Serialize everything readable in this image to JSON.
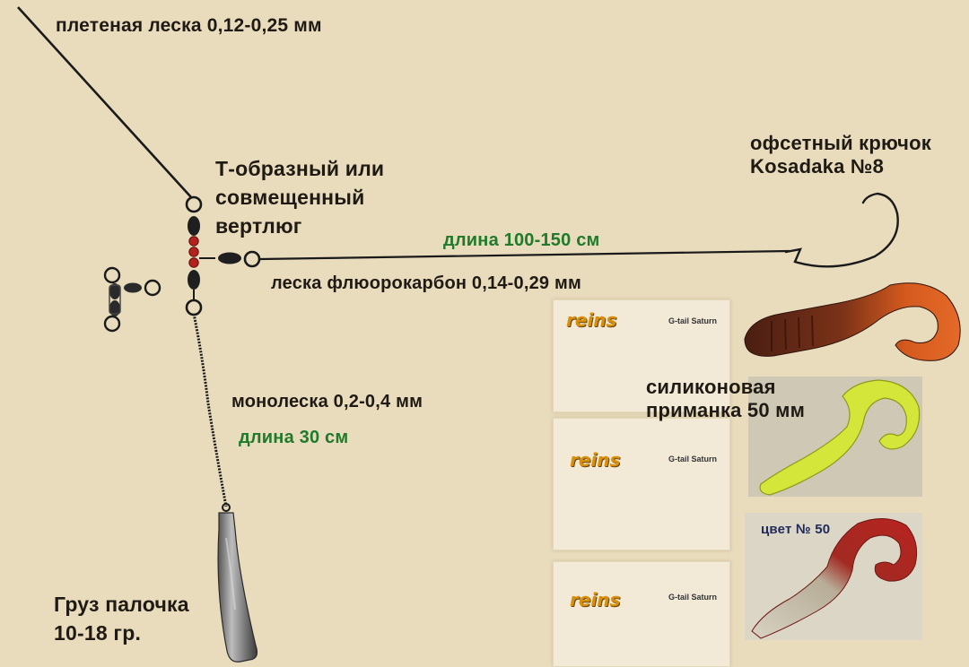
{
  "labels": {
    "braid_line": "плетеная леска 0,12-0,25 мм",
    "swivel_1": "Т-образный или",
    "swivel_2": "совмещенный",
    "swivel_3": "вертлюг",
    "hook_1": "офсетный крючок",
    "hook_2": "Kosadaka №8",
    "leader_length": "длина 100-150 см",
    "fluoro_line": "леска флюорокарбон 0,14-0,29 мм",
    "mono_line": "монолеска 0,2-0,4 мм",
    "mono_length": "длина 30 см",
    "lure_1": "силиконовая",
    "lure_2": "приманка 50 мм",
    "weight_1": "Груз палочка",
    "weight_2": "10-18 гр.",
    "color_no": "цвет № 50"
  },
  "packages": [
    {
      "brand": "reins",
      "model": "G-tail Saturn",
      "color": "#c8d640"
    },
    {
      "brand": "reins",
      "model": "G-tail Saturn",
      "color": "#1e1e1e"
    },
    {
      "brand": "reins",
      "model": "G-tail Saturn",
      "color": "#d99a3a"
    }
  ],
  "colors": {
    "background": "#e9dcbd",
    "line": "#1a1a1a",
    "green_text": "#1f7a2a",
    "bead": "#b3221f",
    "lure_orange": "#d55a1e",
    "lure_chartreuse": "#d4e63a",
    "lure_red": "#b8231f",
    "brand_orange": "#d8900c"
  }
}
